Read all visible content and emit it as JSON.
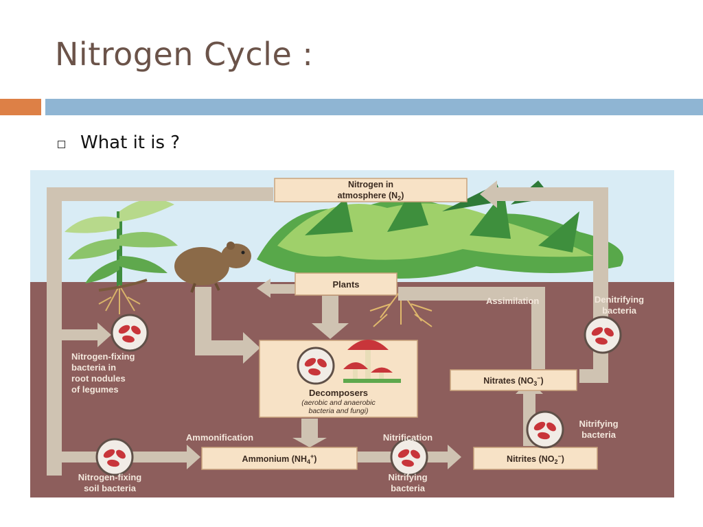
{
  "slide": {
    "title": "Nitrogen Cycle :",
    "bullet": "What it is ?"
  },
  "diagram": {
    "atmosphere_line1": "Nitrogen in",
    "atmosphere_line2": "atmosphere (N",
    "atmosphere_sub": "2",
    "atmosphere_end": ")",
    "plants": "Plants",
    "assimilation": "Assimilation",
    "denitrifying_line1": "Denitrifying",
    "denitrifying_line2": "bacteria",
    "nfix_legumes_line1": "Nitrogen-fixing",
    "nfix_legumes_line2": "bacteria in",
    "nfix_legumes_line3": "root nodules",
    "nfix_legumes_line4": "of legumes",
    "decomposers": "Decomposers",
    "decomposers_sub1": "(aerobic and anaerobic",
    "decomposers_sub2": "bacteria and fungi)",
    "nitrates_main": "Nitrates (NO",
    "nitrates_sub": "3",
    "nitrates_sup": "−",
    "nitrates_end": ")",
    "nitrifying_upper_line1": "Nitrifying",
    "nitrifying_upper_line2": "bacteria",
    "ammonification": "Ammonification",
    "nitrification": "Nitrification",
    "ammonium_main": "Ammonium (NH",
    "ammonium_sub": "4",
    "ammonium_sup": "+",
    "ammonium_end": ")",
    "nitrites_main": "Nitrites (NO",
    "nitrites_sub": "2",
    "nitrites_sup": "−",
    "nitrites_end": ")",
    "nfix_soil_line1": "Nitrogen-fixing",
    "nfix_soil_line2": "soil bacteria",
    "nitrifying_lower_line1": "Nitrifying",
    "nitrifying_lower_line2": "bacteria"
  },
  "colors": {
    "title": "#6b5349",
    "accent_orange": "#dd8046",
    "accent_blue": "#8fb5d3",
    "sky": "#d9ecf5",
    "soil": "#8d5e5c",
    "arrow": "#cfc3b2",
    "box": "#f7e2c6"
  },
  "icons": [
    "square-bullet-icon",
    "plant-icon",
    "mouse-icon",
    "mushroom-icon",
    "bacteria-icon",
    "roots-icon"
  ]
}
